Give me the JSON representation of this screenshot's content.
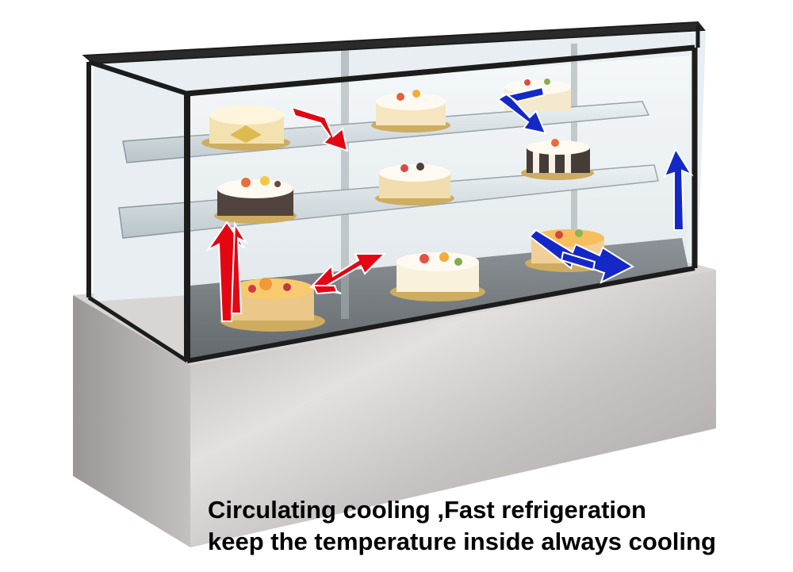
{
  "caption": {
    "line1": "Circulating cooling ,Fast refrigeration",
    "line2": "keep the temperature inside always cooling"
  },
  "colors": {
    "warm_arrow": "#e30613",
    "cool_arrow": "#1428c8",
    "stainless_base": "#c9c6c6",
    "frame": "#1c1c1c",
    "glass": "#eef3f6"
  },
  "airflow": {
    "warm_arrows": 5,
    "cool_arrows": 4
  },
  "objects": {
    "cakes_visible": 9,
    "shelves_visible": 2
  }
}
